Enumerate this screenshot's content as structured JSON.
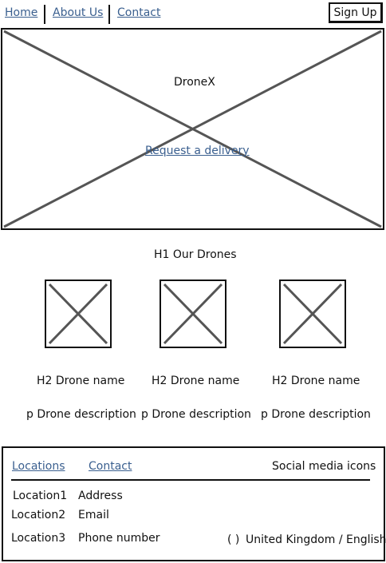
{
  "nav": {
    "links": [
      "Home",
      "About Us",
      "Contact"
    ],
    "signup_label": "Sign Up"
  },
  "hero": {
    "title": "DroneX",
    "cta_label": "Request a delivery"
  },
  "drones_section": {
    "heading": "H1 Our Drones",
    "items": [
      {
        "name": "H2 Drone name",
        "description": "p Drone description"
      },
      {
        "name": "H2 Drone name",
        "description": "p Drone description"
      },
      {
        "name": "H2 Drone name",
        "description": "p Drone description"
      }
    ]
  },
  "footer": {
    "links": [
      "Locations",
      "Contact"
    ],
    "social_label": "Social media icons",
    "locations": [
      {
        "name": "Location1",
        "detail": "Address"
      },
      {
        "name": "Location2",
        "detail": "Email"
      },
      {
        "name": "Location3",
        "detail": "Phone number"
      }
    ],
    "locale_radio": "( )",
    "locale_label": "United Kingdom / English"
  }
}
